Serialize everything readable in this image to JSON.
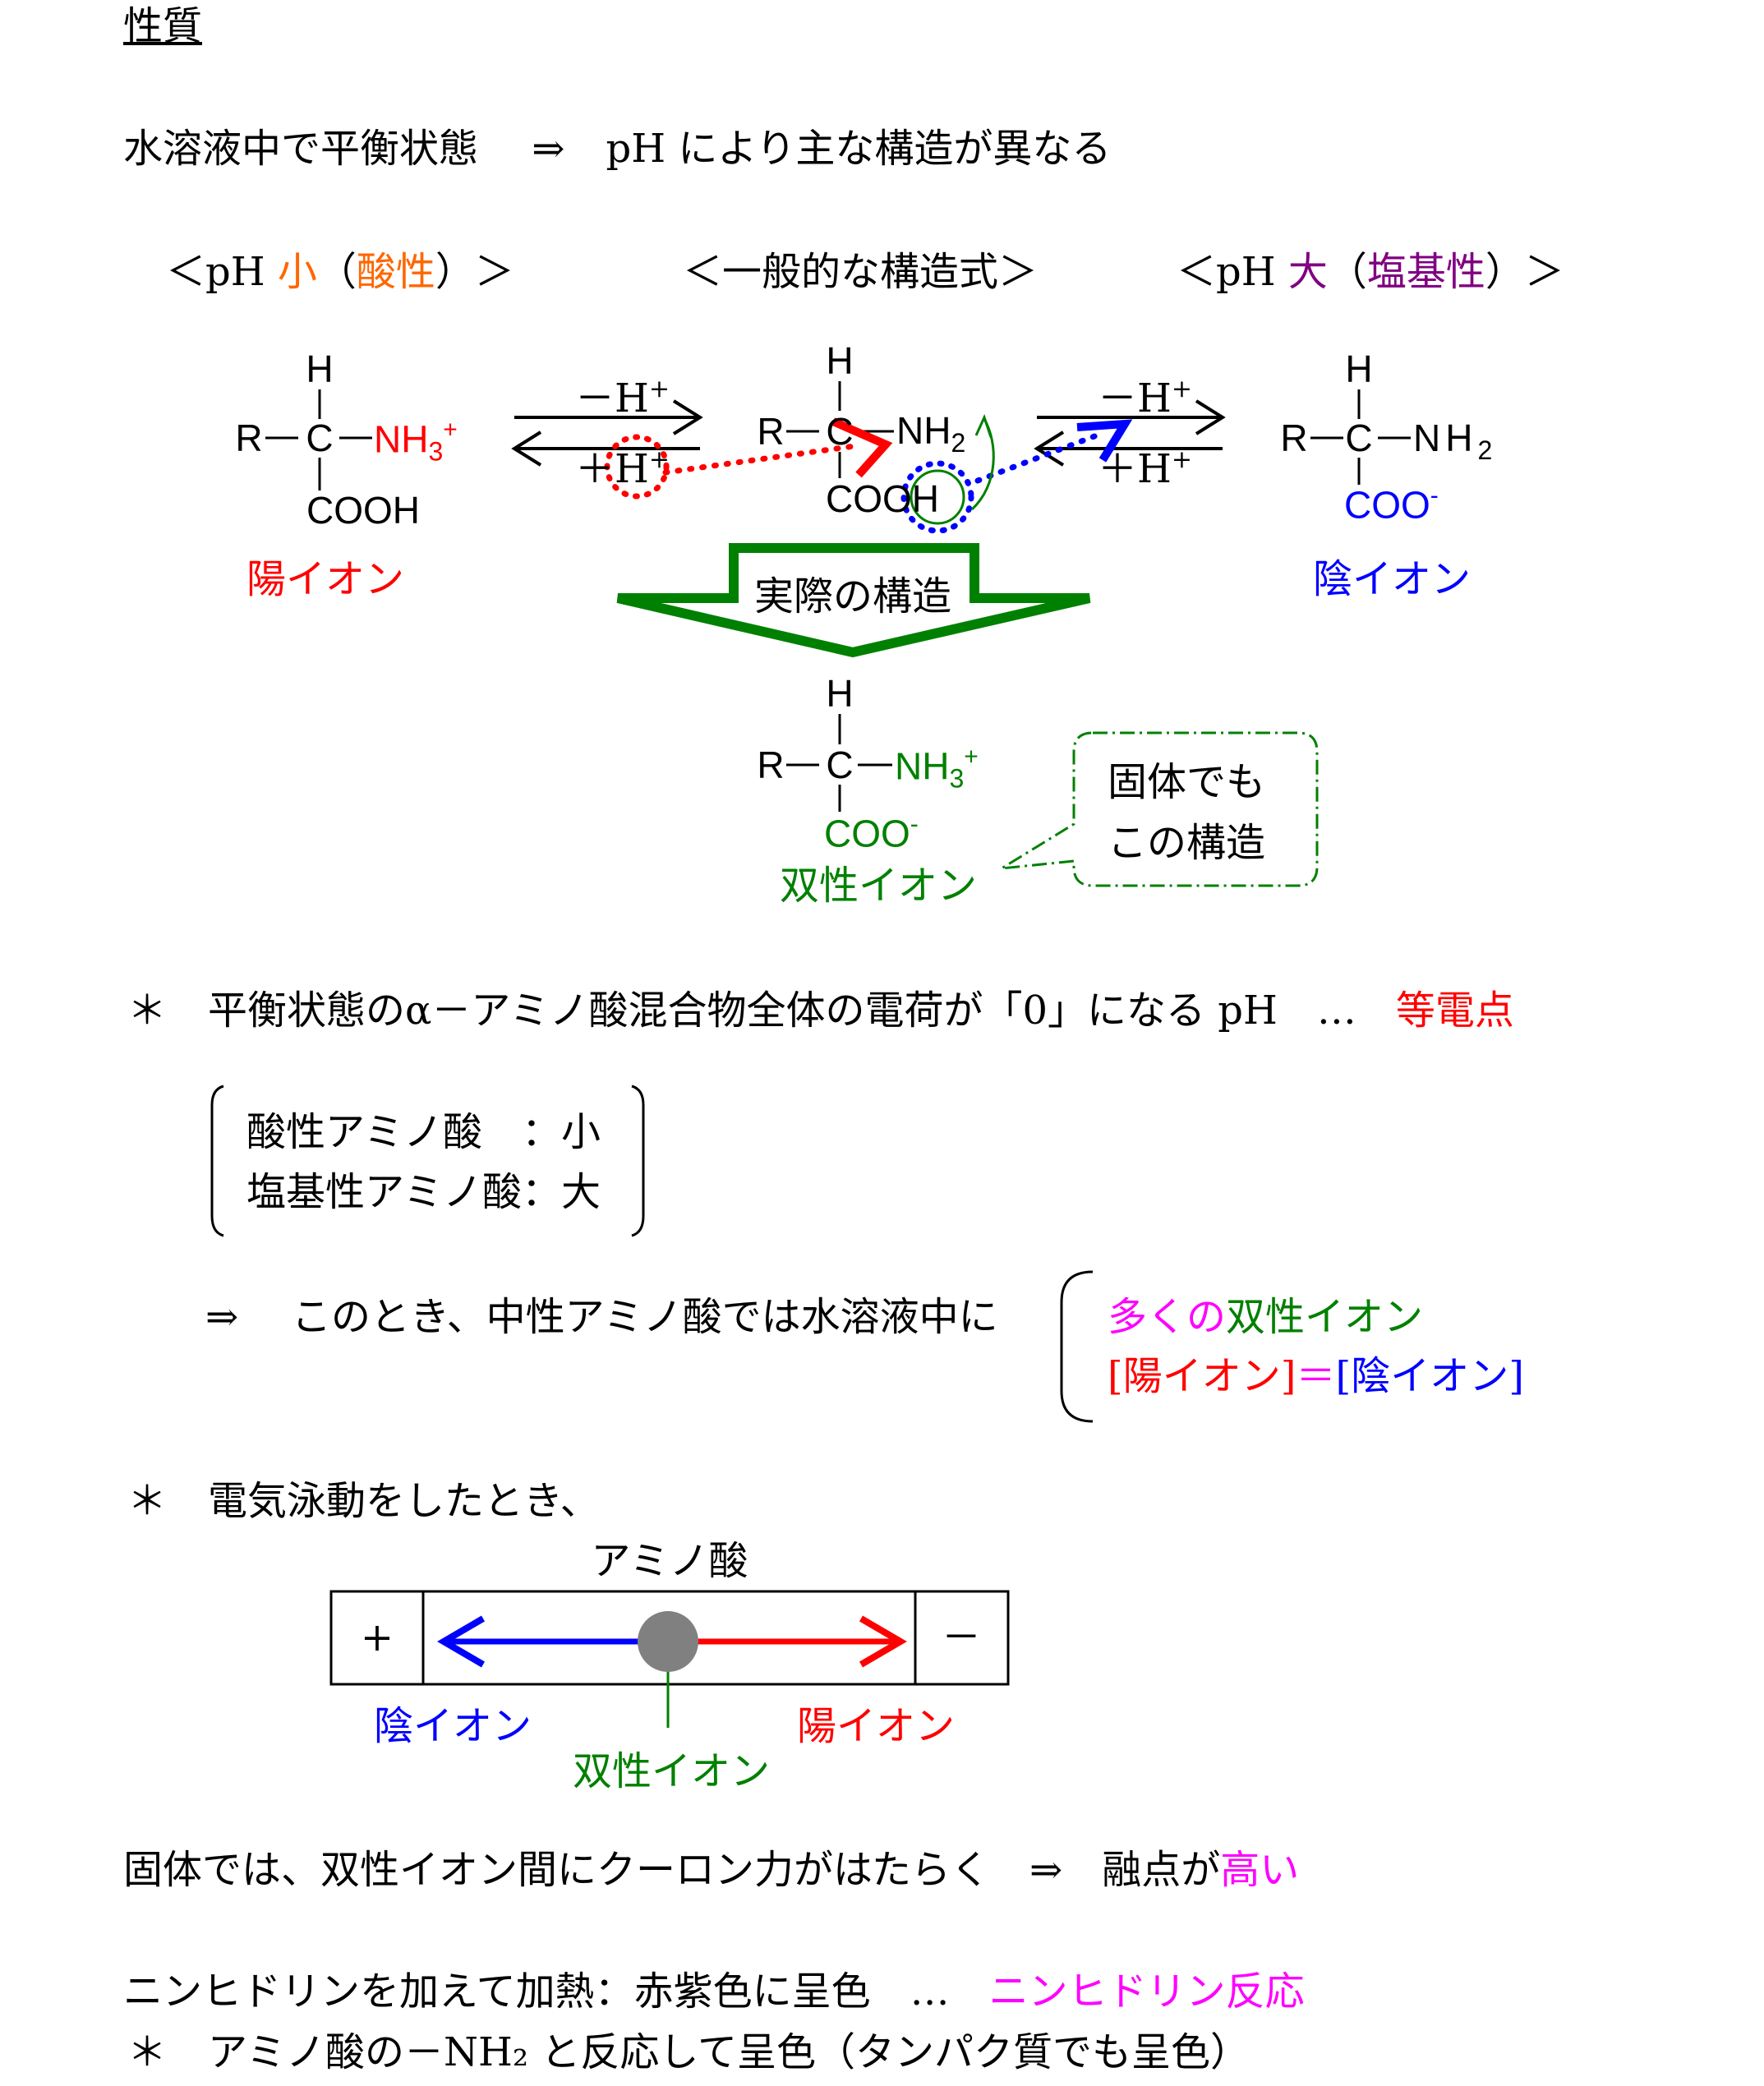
{
  "title": "性質",
  "intro": {
    "left": "水溶液中で平衡状態",
    "arrow": "⇒",
    "right": "pH により主な構造が異なる"
  },
  "headings": {
    "acid": {
      "open": "＜pH ",
      "small": "小",
      "paren_open": "（",
      "label": "酸性",
      "close": "）＞"
    },
    "general": "＜一般的な構造式＞",
    "base": {
      "open": "＜pH ",
      "large": "大",
      "paren_open": "（",
      "label": "塩基性",
      "close": "）＞"
    }
  },
  "molecules": {
    "cation": {
      "h": "H",
      "r": "R",
      "c": "C",
      "n": "NH",
      "n_sub": "3",
      "charge": "+",
      "cooh": "COOH",
      "label": "陽イオン"
    },
    "general": {
      "h": "H",
      "r": "R",
      "c": "C",
      "n": "NH",
      "n_sub": "2",
      "cooh": "COOH"
    },
    "anion": {
      "h": "H",
      "r": "R",
      "c": "C",
      "n": "NH",
      "n_sub": "2",
      "coo": "COO",
      "charge": "-",
      "label": "陰イオン"
    },
    "zwitterion": {
      "h": "H",
      "r": "R",
      "c": "C",
      "n": "NH",
      "n_sub": "3",
      "n_charge": "+",
      "coo": "COO",
      "coo_charge": "-",
      "label": "双性イオン"
    }
  },
  "equilibrium": {
    "minus_h": "－H",
    "plus_h": "＋H",
    "sup": "+"
  },
  "actual_structure": "実際の構造",
  "callout": {
    "line1": "固体でも",
    "line2": "この構造"
  },
  "isoelectric": {
    "star": "＊",
    "text": "平衡状態のα－アミノ酸混合物全体の電荷が「0」になる pH　…",
    "term": "等電点"
  },
  "bracket": {
    "line1": "酸性アミノ酸　：小",
    "line2": "塩基性アミノ酸：大"
  },
  "neutral": {
    "arrow": "⇒",
    "text": "このとき、中性アミノ酸では水溶液中に",
    "many": "多くの",
    "zwitter": "双性イオン",
    "lb1": "[",
    "cation": "陽イオン",
    "rb1": "]",
    "eq": "＝",
    "lb2": "[",
    "anion": "陰イオン",
    "rb2": "]"
  },
  "electrophoresis": {
    "star": "＊",
    "text": "電気泳動をしたとき、",
    "amino": "アミノ酸",
    "plus": "+",
    "minus": "－",
    "anion": "陰イオン",
    "cation": "陽イオン",
    "zwitter": "双性イオン"
  },
  "melting": {
    "text": "固体では、双性イオン間にクーロン力がはたらく　⇒　融点が",
    "high": "高い"
  },
  "ninhydrin": {
    "text": "ニンヒドリンを加えて加熱：赤紫色に呈色　…",
    "term": "ニンヒドリン反応"
  },
  "note": {
    "star": "＊",
    "text": "アミノ酸の－NH₂ と反応して呈色（タンパク質でも呈色）"
  },
  "colors": {
    "red": "#ff0000",
    "blue": "#0000ff",
    "green": "#008000",
    "orange": "#ff6600",
    "purple": "#800080",
    "magenta": "#ff00ff"
  }
}
